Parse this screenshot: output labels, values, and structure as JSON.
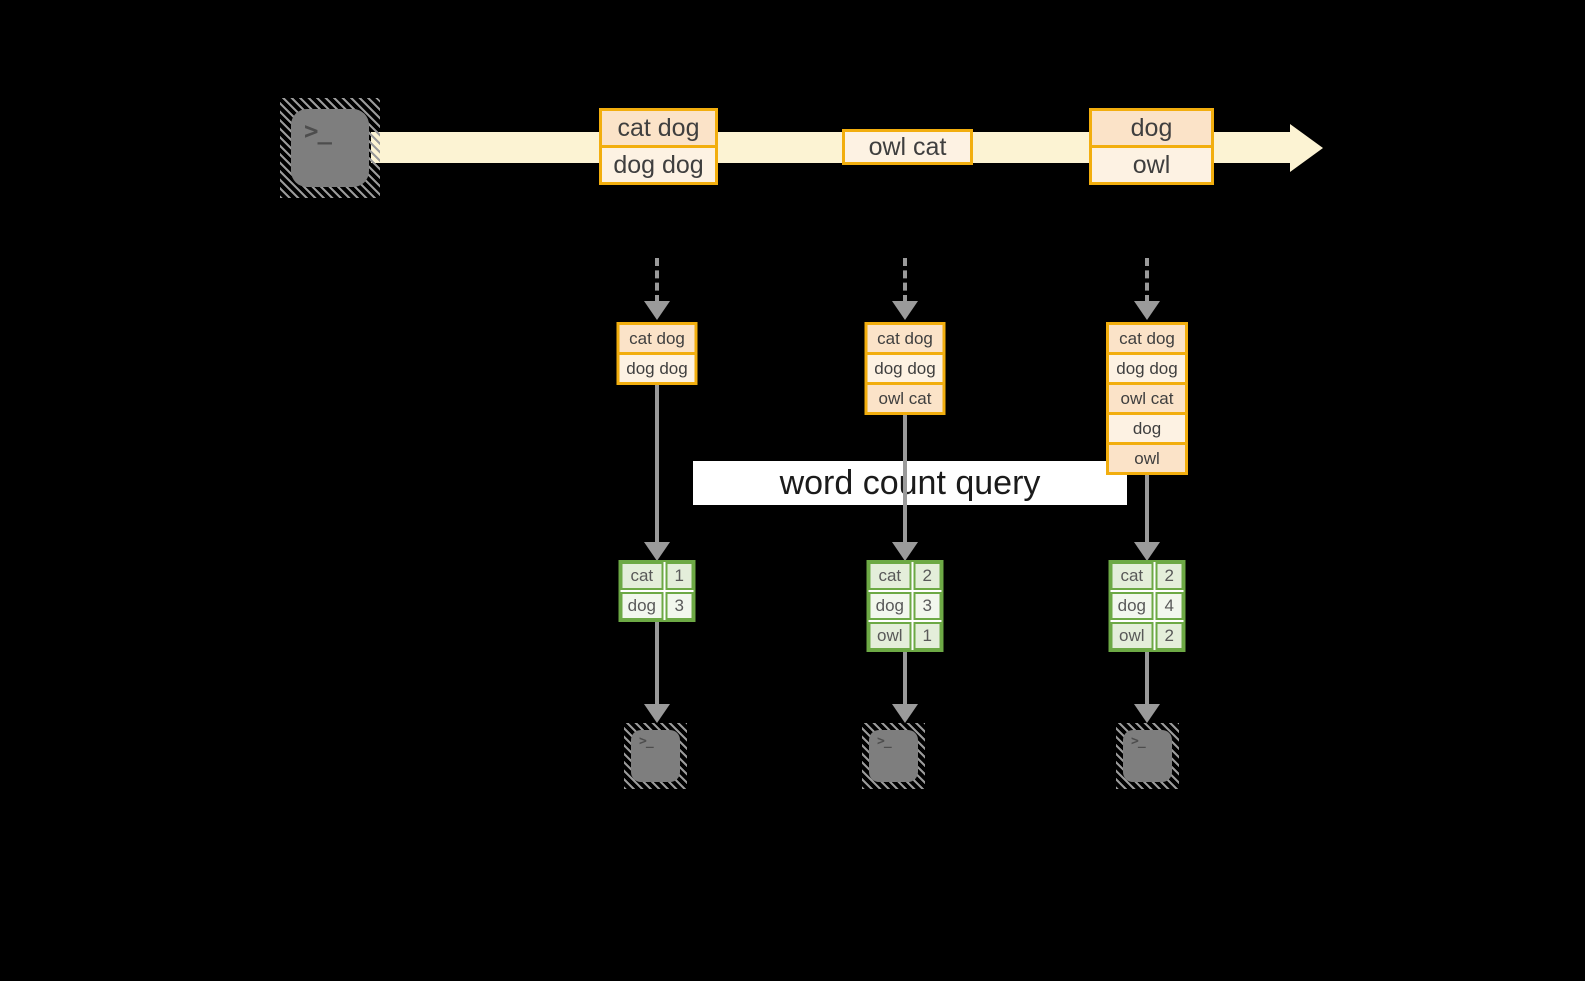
{
  "query_label": "word count query",
  "terminal_glyph": ">_",
  "stream": {
    "message_groups": [
      {
        "rows": [
          "cat dog",
          "dog dog"
        ]
      },
      {
        "rows": [
          "owl cat"
        ]
      },
      {
        "rows": [
          "dog",
          "owl"
        ]
      }
    ]
  },
  "columns": [
    {
      "buffer_rows": [
        "cat dog",
        "dog dog"
      ],
      "counts": [
        {
          "word": "cat",
          "count": "1"
        },
        {
          "word": "dog",
          "count": "3"
        }
      ]
    },
    {
      "buffer_rows": [
        "cat dog",
        "dog dog",
        "owl cat"
      ],
      "counts": [
        {
          "word": "cat",
          "count": "2"
        },
        {
          "word": "dog",
          "count": "3"
        },
        {
          "word": "owl",
          "count": "1"
        }
      ]
    },
    {
      "buffer_rows": [
        "cat dog",
        "dog dog",
        "owl cat",
        "dog",
        "owl"
      ],
      "counts": [
        {
          "word": "cat",
          "count": "2"
        },
        {
          "word": "dog",
          "count": "4"
        },
        {
          "word": "owl",
          "count": "2"
        }
      ]
    }
  ],
  "colors": {
    "amber_border": "#f2ae0e",
    "peach_fill": "#fbe3c8",
    "cream_fill": "#fdf2e3",
    "stream_band": "#fcf3d3",
    "arrow_gray": "#9a9a9a",
    "green_border": "#6da945",
    "cell_green_dark": "#e4eeda",
    "cell_green_light": "#f2f7ed",
    "terminal_gray": "#7e7e7e"
  }
}
